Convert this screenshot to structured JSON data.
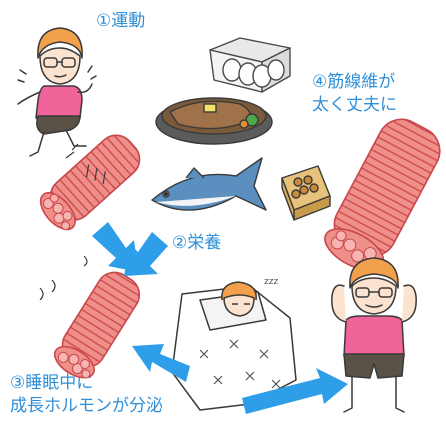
{
  "labels": {
    "step1": "①運動",
    "step2": "②栄養",
    "step3_line1": "③睡眠中に",
    "step3_line2": "成長ホルモンが分泌",
    "step4_line1": "④筋線維が",
    "step4_line2": "太く丈夫に"
  },
  "sleep_mark": "zzz",
  "colors": {
    "label_blue": "#2f8fd8",
    "arrow_blue": "#2f9ee8",
    "shirt_pink": "#f0649a",
    "hair_orange": "#f2a04b",
    "muscle_red": "#ef8f8a",
    "muscle_line": "#c9464a",
    "shorts_dark": "#5a5147"
  },
  "icons": [
    "exercising-person-icon",
    "egg-carton-icon",
    "steak-icon",
    "fish-icon",
    "natto-box-icon",
    "muscle-fiber-icon",
    "sleeping-person-icon",
    "strong-person-icon",
    "arrow-icon"
  ]
}
